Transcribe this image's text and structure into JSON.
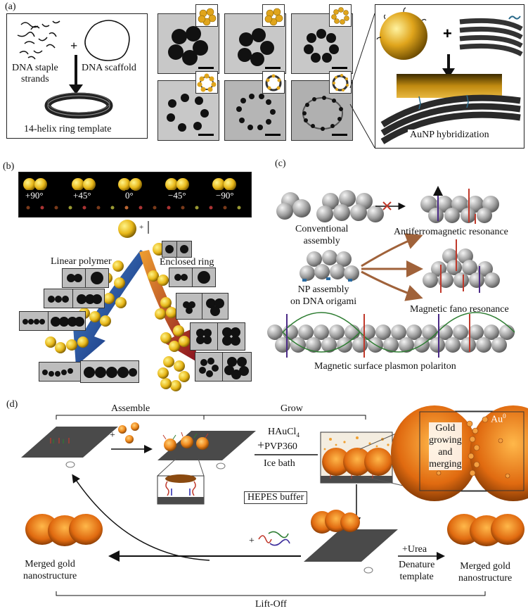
{
  "panel_a": {
    "label": "(a)",
    "staple_label": "DNA staple\nstrands",
    "plus": "+",
    "scaffold_label": "DNA scaffold",
    "template_label": "14-helix ring template",
    "hybrid_plus": "+",
    "hybrid_label": "AuNP hybridization"
  },
  "panel_b": {
    "label": "(b)",
    "angles": [
      "+90°",
      "+45°",
      "0°",
      "−45°",
      "−90°"
    ],
    "plus": "+",
    "linear_label": "Linear polymer",
    "ring_label": "Enclosed ring"
  },
  "panel_c": {
    "label": "(c)",
    "conventional_label": "Conventional\nassembly",
    "origami_label": "NP assembly\non DNA origami",
    "afm_label": "Antiferromagnetic resonance",
    "fano_label": "Magnetic fano resonance",
    "spp_label": "Magnetic surface plasmon polariton",
    "colors": {
      "arrow_brown": "#a0623a",
      "cross_red": "#c0392b",
      "up_purple": "#4b2a86",
      "down_red": "#c0392b",
      "wave_green": "#2e7d32"
    }
  },
  "panel_d": {
    "label": "(d)",
    "assemble": "Assemble",
    "grow": "Grow",
    "plus": "+",
    "reagent_1": "HAuCl",
    "reagent_1_sub": "4",
    "reagent_2_prefix": "+",
    "reagent_2": "PVP360",
    "ice_bath": "Ice bath",
    "hepes": "HEPES buffer",
    "gold_growing": "Gold\ngrowing\nand\nmerging",
    "au0": "Au",
    "au0_sup": "0",
    "merged_left": "Merged gold\nnanostructure",
    "urea": "+Urea",
    "denature": "Denature\ntemplate",
    "merged_right": "Merged gold\nnanostructure",
    "liftoff": "Lift-Off",
    "colors": {
      "gold_orange": "#f08a1e",
      "surface": "#4a4a4a"
    }
  }
}
